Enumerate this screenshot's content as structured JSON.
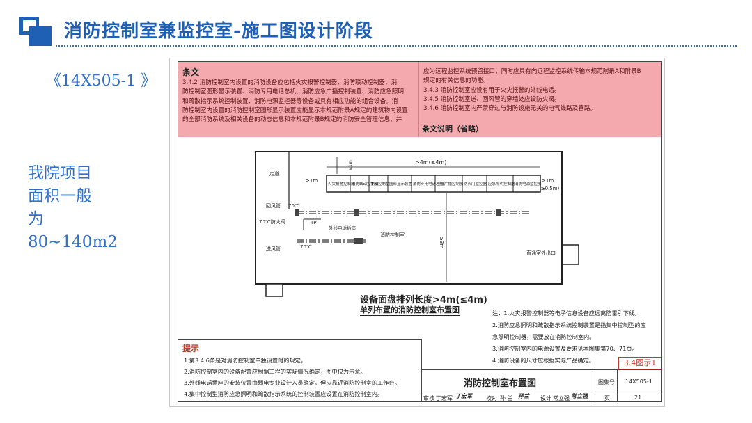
{
  "header": {
    "title": "消防控制室兼监控室-施工图设计阶段"
  },
  "left": {
    "reference": "《14X505-1 》",
    "note_lines": [
      "我院项目",
      "面积一般",
      "为",
      "80~140m2"
    ]
  },
  "sheet": {
    "clause_heading": "条文",
    "clause_left": [
      "3.4.2  消防控制室内设置的消防设备应包括火灾报警控制器、消防联动控制器、消",
      "防控制室图形显示装置、消防专用电话总机、消防应急广播控制装置、消防应急照明",
      "和疏散指示系统控制装置、消防电源监控器等设备或具有相应功能的组合设备。消",
      "防控制室内设置的消防控制室图形显示装置应能显示本规范附录A规定的建筑物内设置",
      "的全部消防系统及相关设备的动态信息和本规范附录B规定的消防安全管理信息，并"
    ],
    "clause_right": [
      "应为远程监控系统预留接口，同时应具有向远程监控系统传输本规范附录A和附录B",
      "规定的有关信息的功能。",
      "3.4.3  消防控制室应设有用于火灾报警的外线电话。",
      "3.4.5  消防控制室送、回风管的穿墙处应设防火阀。",
      "3.4.6  消防控制室内严禁穿过与消防设施无关的电气线路及管路。"
    ],
    "explain_heading": "条文说明（省略）",
    "plan": {
      "corridor": "走道",
      "return_duct": "回风管",
      "fire_damper": "70℃防火阀",
      "supply_duct": "送风管",
      "temp_a": "70℃",
      "temp_b": "70℃",
      "tp": "TP",
      "cable_trench": "外线电话插座",
      "room": "消防控制室",
      "exit": "直通室外出口",
      "dim_top": ">4m(≤4m)",
      "dim_left": "≥1m",
      "dim_right": "≥1m",
      "dim_right2": "(≥0.5m)",
      "dim_vertical": "≥3m",
      "dim_small": "≥1m",
      "panels": [
        "火灾报警控制器",
        "消防联动控制器",
        "手动控制盘",
        "图形显示装置",
        "消防专用电话总机",
        "应急广播控制器",
        "防火门监控器",
        "应急照明控制器",
        "消防电源监控器"
      ]
    },
    "caption_main": "设备面盘排列长度>4m(≤4m)",
    "caption_sub": "单列布置的消防控制室布置图",
    "notes": [
      "注：1.火灾报警控制器等电子信息设备应远离防雷引下线。",
      "      2.消防应急照明和疏散指示系统控制装置是指集中控制型的应",
      "        急照明控制器，需要放在消防控制室内。",
      "      3.消防控制室内的电源设置及要求见本图集第70、71页。",
      "      4.消防设备的尺寸应根据实际产品确定。"
    ],
    "tip_heading": "提示",
    "tips": [
      "1.第3.4.6条是对消防控制室单独设置时的规定。",
      "2.消防控制室内的设备配置应根据工程的实际情况确定，图中仅为示意。",
      "3.外线电话插座的安装位置由弱电专业设计人员确定，但应靠近消防控制室的工作台。",
      "4.集中控制型消防应急照明和疏散指示系统的控制装置应设置在消防控制室内。"
    ],
    "badge": "3.4图示1",
    "titleblock": {
      "drawing_name": "消防控制室布置图",
      "atlas_label": "图集号",
      "atlas_no": "14X505-1",
      "review": "审核",
      "reviewer": "丁宏军",
      "sig1": "丁宏军",
      "check": "校对",
      "checker": "孙  兰",
      "sig2": "孙兰",
      "design": "设计",
      "designer": "常立强",
      "sig3": "常立强",
      "page_label": "页",
      "page": "21"
    }
  }
}
